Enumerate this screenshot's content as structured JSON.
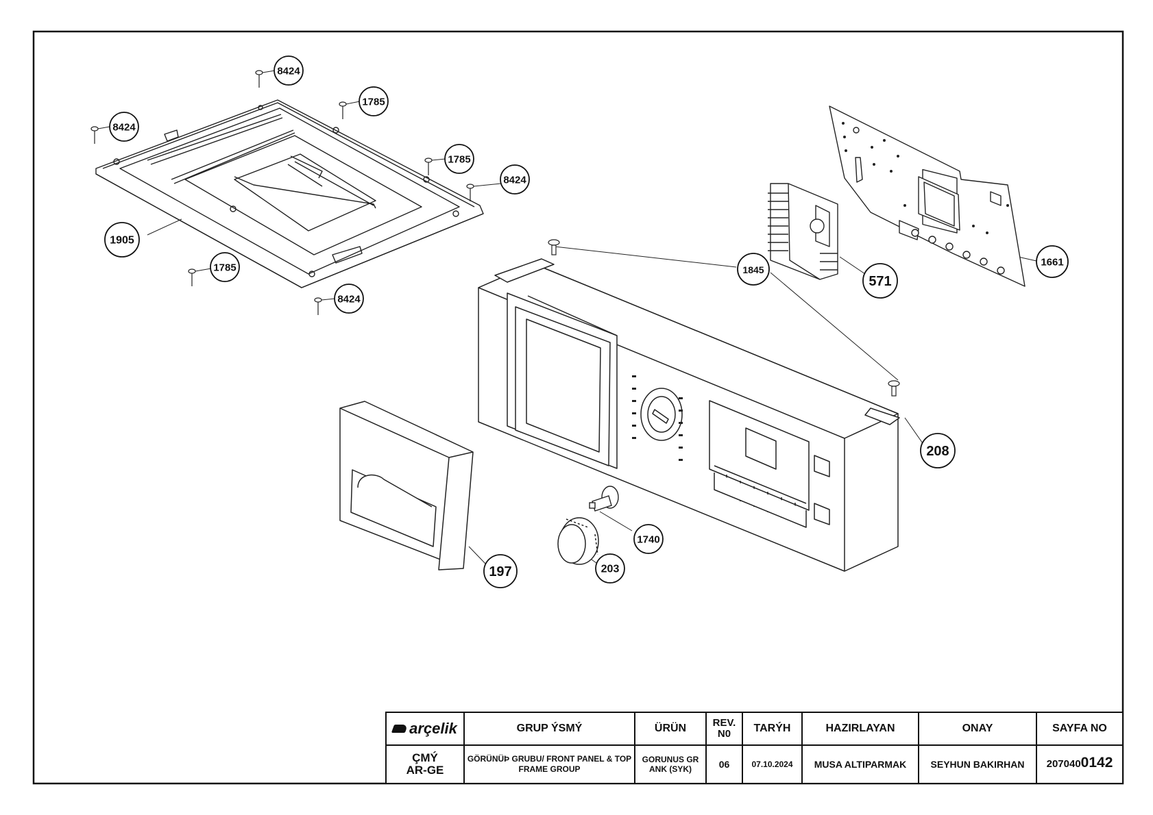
{
  "callouts": {
    "screw_top_a": "8424",
    "screw_left": "8424",
    "screw_top_b": "1785",
    "screw_right_a": "1785",
    "screw_right_b": "8424",
    "top_frame": "1905",
    "screw_bottom_a": "1785",
    "screw_bottom_b": "8424",
    "board": "1661",
    "knob_holder": "571",
    "panel_screw": "1845",
    "front_panel": "208",
    "drawer_handle": "197",
    "knob": "203",
    "knob_shaft": "1740"
  },
  "title_block": {
    "brand": "arçelik",
    "group_name_header": "GRUP ÝSMÝ",
    "product_header": "ÜRÜN",
    "rev_header": "REV. N0",
    "date_header": "TARÝH",
    "prepared_header": "HAZIRLAYAN",
    "approval_header": "ONAY",
    "page_header": "SAYFA NO",
    "dept": "ÇMÝ AR-GE",
    "group_name": "GÖRÜNÜÞ GRUBU/ FRONT PANEL & TOP FRAME GROUP",
    "product": "GORUNUS GR ANK (SYK)",
    "rev": "06",
    "date": "07.10.2024",
    "prepared_by": "MUSA ALTIPARMAK",
    "approved_by": "SEYHUN BAKIRHAN",
    "page_prefix": "207040",
    "page_suffix": "0142"
  }
}
